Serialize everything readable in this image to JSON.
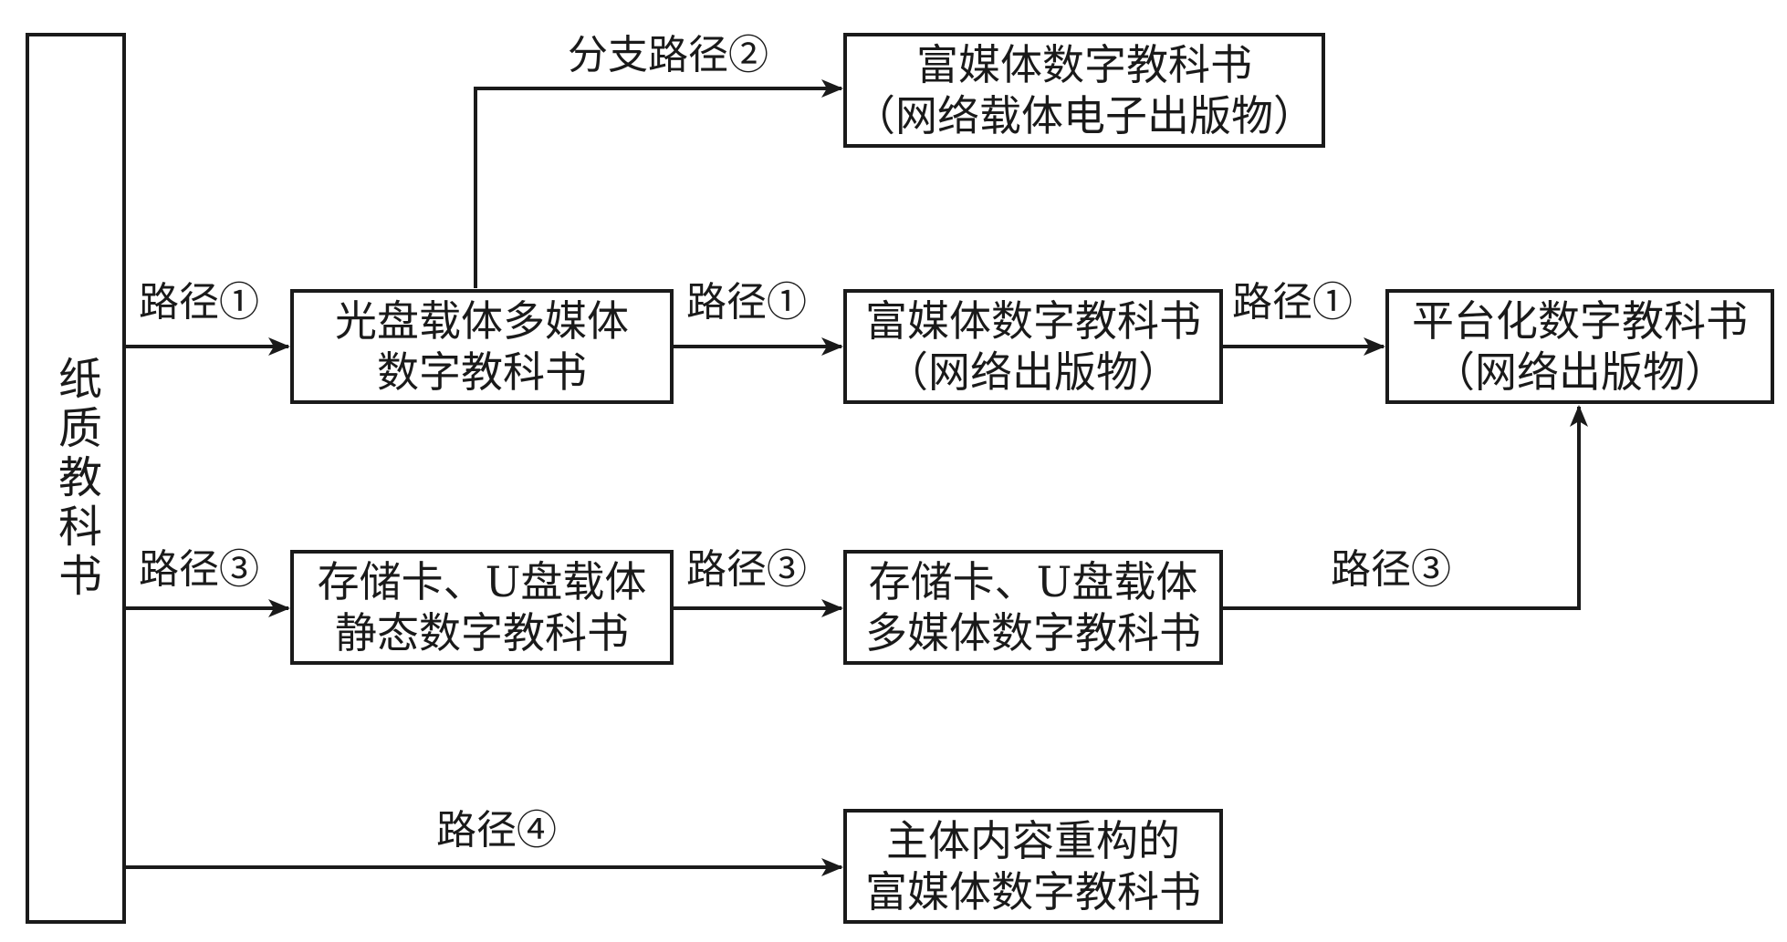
{
  "root": {
    "label": "纸质教科书"
  },
  "nodes": {
    "cd": {
      "line1": "光盘载体多媒体",
      "line2": "数字教科书"
    },
    "rich_net_carrier": {
      "line1": "富媒体数字教科书",
      "line2": "（网络载体电子出版物）"
    },
    "rich_net": {
      "line1": "富媒体数字教科书",
      "line2": "（网络出版物）"
    },
    "platform": {
      "line1": "平台化数字教科书",
      "line2": "（网络出版物）"
    },
    "usb_static": {
      "line1": "存储卡、U盘载体",
      "line2": "静态数字教科书"
    },
    "usb_multi": {
      "line1": "存储卡、U盘载体",
      "line2": "多媒体数字教科书"
    },
    "restructured": {
      "line1": "主体内容重构的",
      "line2": "富媒体数字教科书"
    }
  },
  "edges": {
    "root_to_cd": "路径①",
    "branch_to_rich_net_carrier": "分支路径②",
    "cd_to_rich_net": "路径①",
    "rich_net_to_platform": "路径①",
    "root_to_usb_static": "路径③",
    "usb_static_to_usb_multi": "路径③",
    "usb_multi_to_platform": "路径③",
    "root_to_restructured": "路径④"
  }
}
